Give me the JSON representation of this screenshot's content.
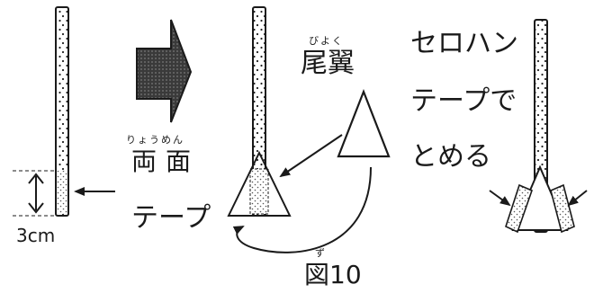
{
  "labels": {
    "length": "3cm",
    "double_sided_ruby": "りょうめん",
    "double_sided": "両面",
    "tape": "テープ",
    "tail_fin_ruby": "びよく",
    "tail_fin": "尾翼",
    "instruction_line1": "セロハン",
    "instruction_line2": "テープで",
    "instruction_line3": "とめる",
    "figure_ruby": "ず",
    "figure_label": "図10"
  }
}
